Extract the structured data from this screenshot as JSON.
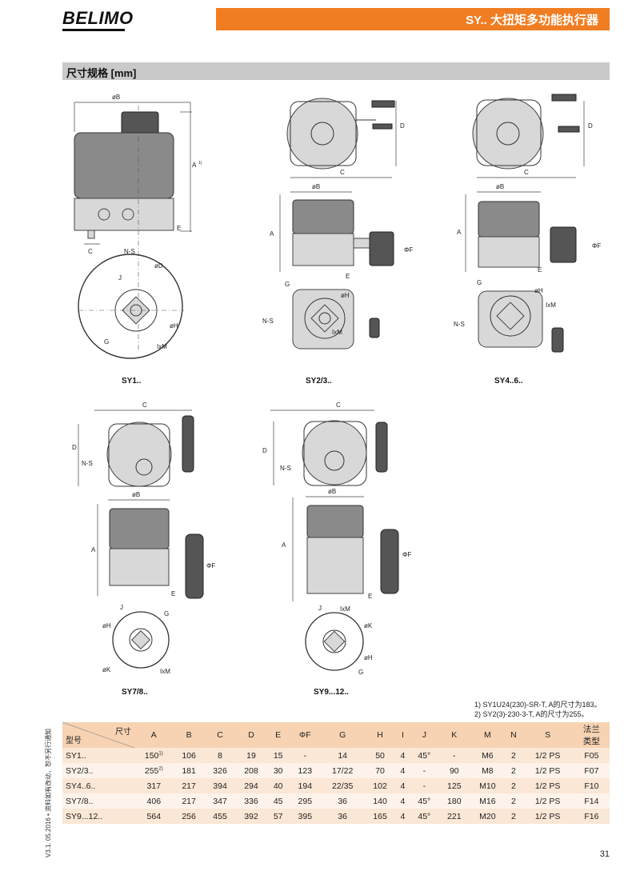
{
  "brand": {
    "logo_text": "BELIMO"
  },
  "header": {
    "title": "SY.. 大扭矩多功能执行器"
  },
  "section": {
    "title": "尺寸规格 [mm]"
  },
  "drawings": {
    "models": [
      "SY1..",
      "SY2/3..",
      "SY4..6..",
      "SY7/8..",
      "SY9...12.."
    ],
    "dim_labels": {
      "B": "øB",
      "A1": "A",
      "A1_sup": "1)",
      "A": "A",
      "C": "C",
      "D": "D",
      "E": "E",
      "F": "ΦF",
      "NS": "N-S",
      "J": "J",
      "G": "G",
      "H": "øH",
      "Dd": "øD",
      "K": "øK",
      "IxM": "IxM"
    }
  },
  "footnotes": [
    "1) SY1U24(230)-SR-T, A的尺寸为183。",
    "2) SY2(3)-230-3-T, A的尺寸为255。"
  ],
  "table": {
    "corner_top": "尺寸",
    "corner_bottom": "型号",
    "columns": [
      "A",
      "B",
      "C",
      "D",
      "E",
      "ΦF",
      "G",
      "H",
      "I",
      "J",
      "K",
      "M",
      "N",
      "S",
      "法兰\n类型"
    ],
    "column_flange_line1": "法兰",
    "column_flange_line2": "类型",
    "rows": [
      {
        "model": "SY1..",
        "A": "150",
        "A_sup": "1)",
        "B": "106",
        "C": "8",
        "D": "19",
        "E": "15",
        "F": "-",
        "G": "14",
        "H": "50",
        "I": "4",
        "J": "45°",
        "K": "-",
        "M": "M6",
        "N": "2",
        "S": "1/2 PS",
        "flange": "F05"
      },
      {
        "model": "SY2/3..",
        "A": "255",
        "A_sup": "2)",
        "B": "181",
        "C": "326",
        "D": "208",
        "E": "30",
        "F": "123",
        "G": "17/22",
        "H": "70",
        "I": "4",
        "J": "-",
        "K": "90",
        "M": "M8",
        "N": "2",
        "S": "1/2 PS",
        "flange": "F07"
      },
      {
        "model": "SY4..6..",
        "A": "317",
        "A_sup": "",
        "B": "217",
        "C": "394",
        "D": "294",
        "E": "40",
        "F": "194",
        "G": "22/35",
        "H": "102",
        "I": "4",
        "J": "-",
        "K": "125",
        "M": "M10",
        "N": "2",
        "S": "1/2 PS",
        "flange": "F10"
      },
      {
        "model": "SY7/8..",
        "A": "406",
        "A_sup": "",
        "B": "217",
        "C": "347",
        "D": "336",
        "E": "45",
        "F": "295",
        "G": "36",
        "H": "140",
        "I": "4",
        "J": "45°",
        "K": "180",
        "M": "M16",
        "N": "2",
        "S": "1/2 PS",
        "flange": "F14"
      },
      {
        "model": "SY9...12..",
        "A": "564",
        "A_sup": "",
        "B": "256",
        "C": "455",
        "D": "392",
        "E": "57",
        "F": "395",
        "G": "36",
        "H": "165",
        "I": "4",
        "J": "45°",
        "K": "221",
        "M": "M20",
        "N": "2",
        "S": "1/2 PS",
        "flange": "F16"
      }
    ]
  },
  "side_note": "V3.1. 05.2016 • 资料如有改动，恕不另行通知",
  "page_number": "31",
  "colors": {
    "accent": "#f07d21",
    "section_bar": "#c9c9c9",
    "table_head": "#f7d3b3"
  }
}
